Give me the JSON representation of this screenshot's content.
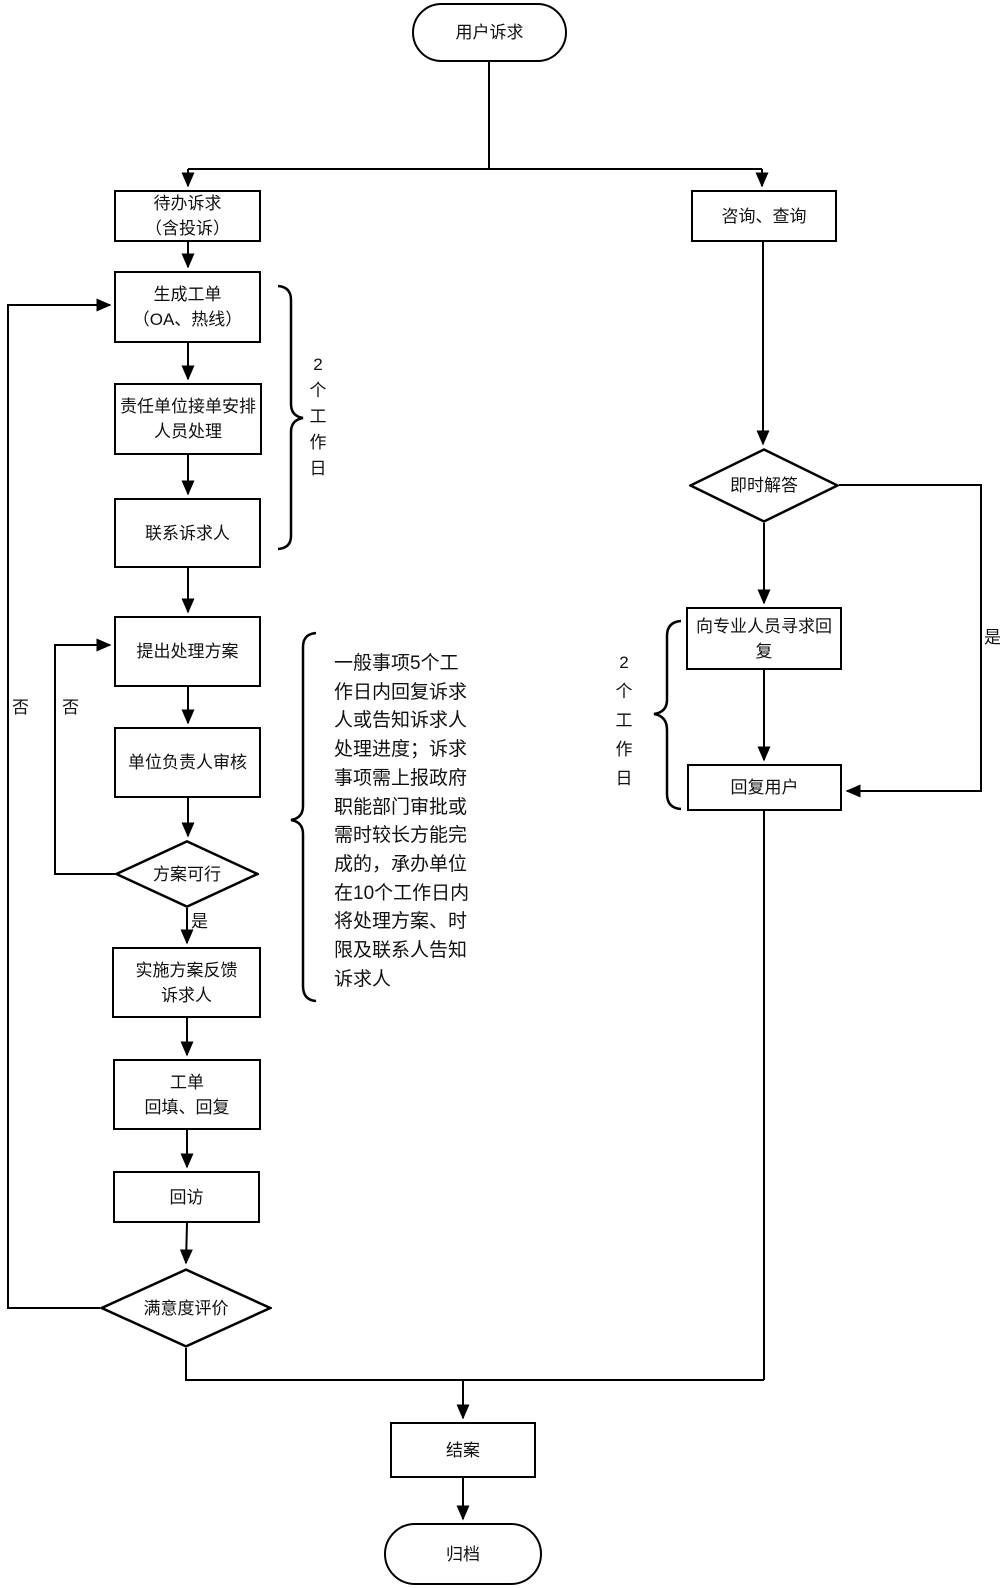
{
  "nodes": {
    "start": {
      "label": "用户诉求"
    },
    "pending": {
      "label": "待办诉求\n（含投诉）"
    },
    "create_ticket": {
      "label": "生成工单\n（OA、热线）"
    },
    "assign": {
      "label": "责任单位接单安排\n人员处理"
    },
    "contact": {
      "label": "联系诉求人"
    },
    "propose": {
      "label": "提出处理方案"
    },
    "review": {
      "label": "单位负责人审核"
    },
    "feasible": {
      "label": "方案可行"
    },
    "implement": {
      "label": "实施方案反馈\n诉求人"
    },
    "ticket_fill": {
      "label": "工单\n回填、回复"
    },
    "revisit": {
      "label": "回访"
    },
    "satisfaction": {
      "label": "满意度评价"
    },
    "close_case": {
      "label": "结案"
    },
    "archive": {
      "label": "归档"
    },
    "consult": {
      "label": "咨询、查询"
    },
    "instant_answer": {
      "label": "即时解答"
    },
    "seek_expert": {
      "label": "向专业人员寻求回复"
    },
    "reply_user": {
      "label": "回复用户"
    }
  },
  "edge_labels": {
    "no_outer": "否",
    "no_inner": "否",
    "yes_feasible": "是",
    "yes_instant": "是"
  },
  "annotations": {
    "left_days": "2\n个\n工\n作\n日",
    "right_days": "2\n个\n工\n作\n日",
    "note": "一般事项5个工\n作日内回复诉求\n人或告知诉求人\n处理进度；诉求\n事项需上报政府\n职能部门审批或\n需时较长方能完\n成的，承办单位\n在10个工作日内\n将处理方案、时\n限及联系人告知\n诉求人"
  },
  "colors": {
    "line": "#000000",
    "node_fill": "#ffffff",
    "text": "#111111",
    "background": "#ffffff"
  }
}
